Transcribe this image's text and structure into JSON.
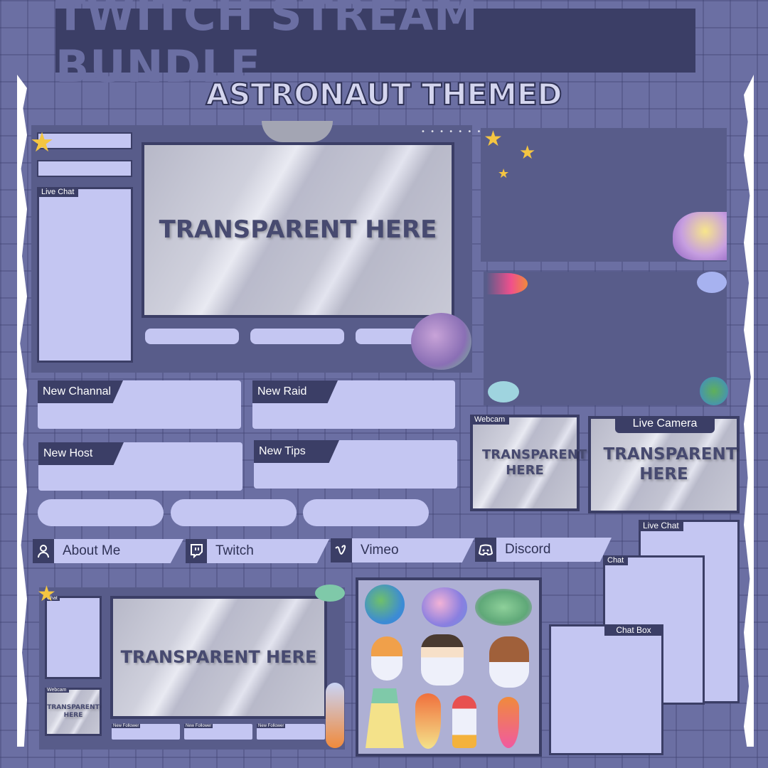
{
  "header": {
    "title": "TWITCH STREAM BUNDLE",
    "subtitle": "ASTRONAUT THEMED"
  },
  "main_overlay": {
    "live_chat_label": "Live Chat",
    "screen_text": "TRANSPARENT HERE"
  },
  "alerts": {
    "new_channal": "New Channal",
    "new_raid": "New Raid",
    "new_host": "New Host",
    "new_tips": "New Tips"
  },
  "webcam": {
    "small_label": "Webcam",
    "small_text": "TRANSPARENT HERE",
    "live_label": "Live Camera",
    "live_text": "TRANSPARENT HERE"
  },
  "socials": [
    {
      "label": "About Me",
      "icon": "person-icon"
    },
    {
      "label": "Twitch",
      "icon": "twitch-icon"
    },
    {
      "label": "Vimeo",
      "icon": "vimeo-icon"
    },
    {
      "label": "Discord",
      "icon": "discord-icon"
    }
  ],
  "mini_overlay": {
    "chat_label": "Chat",
    "screen_text": "TRANSPARENT HERE",
    "webcam_label": "Webcam",
    "webcam_text": "TRANSPARENT HERE",
    "follower_labels": [
      "New Follower",
      "New Follower",
      "New Follower"
    ]
  },
  "chat_panels": {
    "live_chat": "Live Chat",
    "chat": "Chat",
    "chat_box": "Chat Box"
  },
  "colors": {
    "background": "#6b6fa3",
    "panel": "#585c8a",
    "light": "#c4c6f2",
    "dark": "#3b3e66",
    "title_text": "#6b6fa3"
  }
}
